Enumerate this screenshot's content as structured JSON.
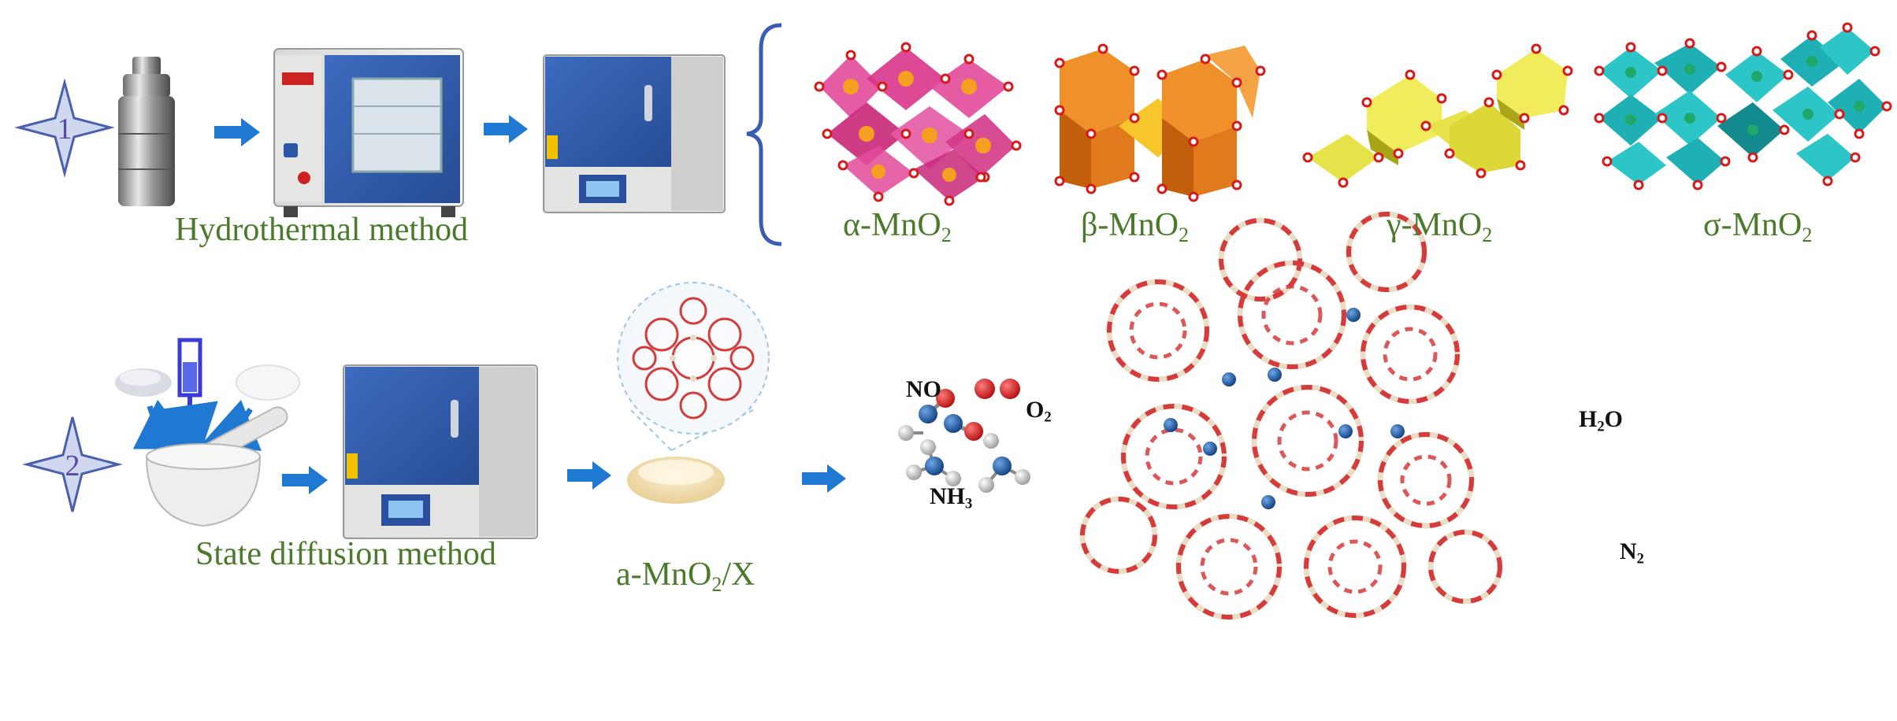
{
  "row1": {
    "step_number": "1",
    "method_label": "Hydrothermal method"
  },
  "polymorphs": [
    {
      "greek": "α",
      "base": "-MnO",
      "sub": "2",
      "color": "#e24a9a",
      "dark": "#b8236d"
    },
    {
      "greek": "β",
      "base": "-MnO",
      "sub": "2",
      "color": "#f0902a",
      "dark": "#c25f0d"
    },
    {
      "greek": "γ",
      "base": "-MnO",
      "sub": "2",
      "color": "#e6e24a",
      "dark": "#a9a418"
    },
    {
      "greek": "σ",
      "base": "-MnO",
      "sub": "2",
      "color": "#2cc6c9",
      "dark": "#138a8e"
    }
  ],
  "row2": {
    "step_number": "2",
    "method_label": "State diffusion method",
    "product_label": {
      "base": "a-MnO",
      "sub": "2",
      "tail": "/X"
    }
  },
  "reaction": {
    "reactant_no": "NO",
    "reactant_o2": {
      "base": "O",
      "sub": "2"
    },
    "reactant_nh3": {
      "base": "NH",
      "sub": "3"
    },
    "product_h2o": {
      "pre": "H",
      "sub": "2",
      "post": "O"
    },
    "product_n2": {
      "base": "N",
      "sub": "2"
    }
  },
  "colors": {
    "arrow_blue": "#1f78d1",
    "label_green": "#4a7a2a",
    "star_fill": "#cfd8ee",
    "star_edge": "#4a5fae",
    "bracket": "#3a5cb5",
    "oven_blue": "#2f5aa8",
    "framework_red": "#d63a3a",
    "framework_beige": "#e9dcc6",
    "flow_arrow_green": "#2f7a32",
    "oxygen_red": "#d81e1e",
    "nitrogen_blue": "#1f5ea8"
  }
}
